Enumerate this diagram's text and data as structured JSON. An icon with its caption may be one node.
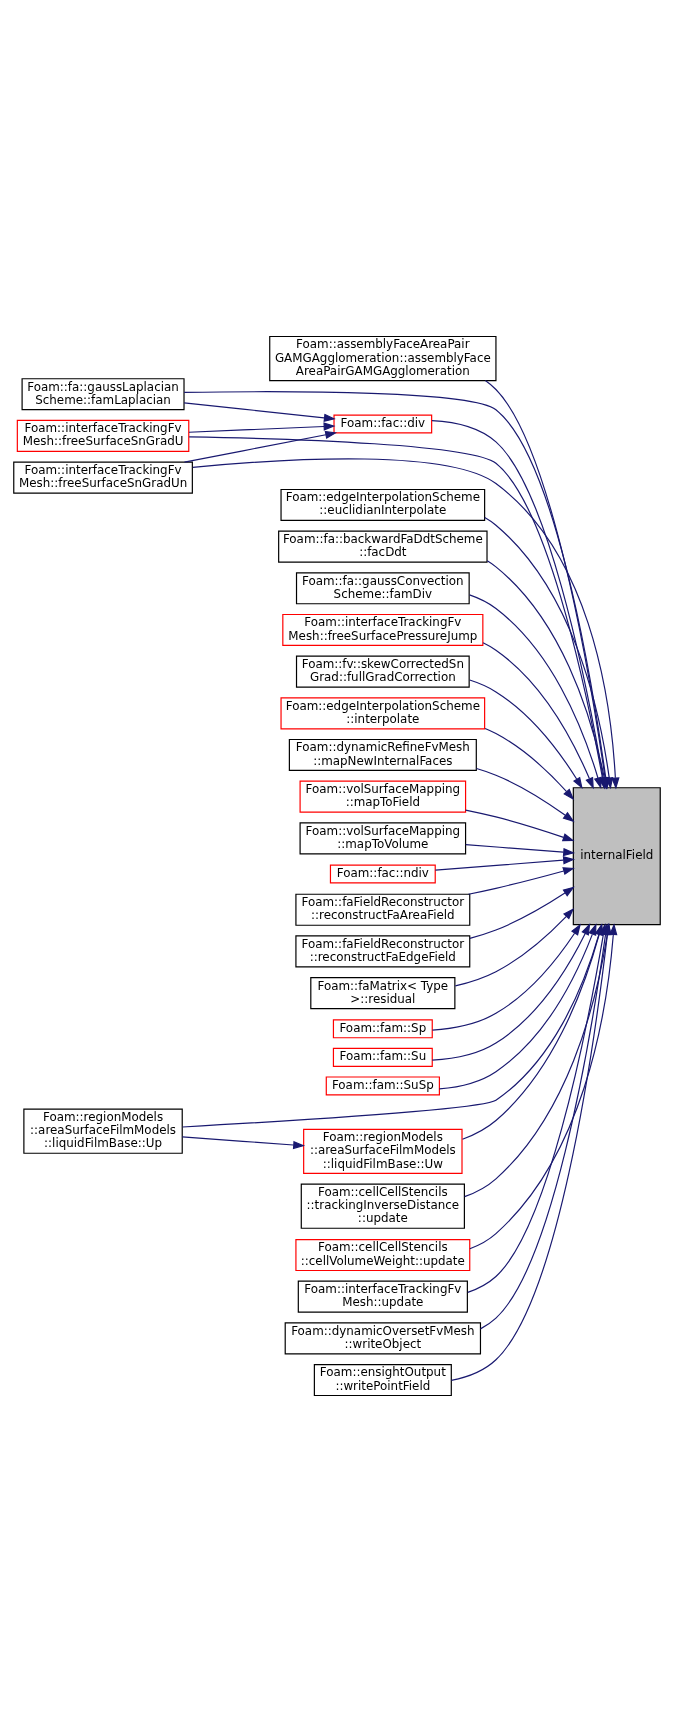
{
  "diagram": {
    "nodes": [
      {
        "text": [
          "internalField"
        ]
      },
      {
        "text": [
          "Foam::assemblyFaceAreaPair GAMGAgglomeration::assemblyFace AreaPairGAMGAgglomeration"
        ]
      },
      {
        "text": [
          "Foam::fa::gaussLaplacian Scheme::famLaplacian"
        ]
      },
      {
        "text": [
          "Foam::fac::div"
        ]
      },
      {
        "text": [
          "Foam::interfaceTrackingFv Mesh::freeSurfaceSnGradU"
        ]
      },
      {
        "text": [
          "Foam::interfaceTrackingFv Mesh::freeSurfaceSnGradUn"
        ]
      },
      {
        "text": [
          "Foam::edgeInterpolationScheme ::euclidianInterpolate"
        ]
      },
      {
        "text": [
          "Foam::fa::backwardFaDdtScheme ::facDdt"
        ]
      },
      {
        "text": [
          "Foam::fa::gaussConvection Scheme::famDiv"
        ]
      },
      {
        "text": [
          "Foam::interfaceTrackingFv Mesh::freeSurfacePressureJump"
        ]
      },
      {
        "text": [
          "Foam::fv::skewCorrectedSn Grad::fullGradCorrection"
        ]
      },
      {
        "text": [
          "Foam::edgeInterpolationScheme ::interpolate"
        ]
      },
      {
        "text": [
          "Foam::dynamicRefineFvMesh ::mapNewInternalFaces"
        ]
      },
      {
        "text": [
          "Foam::volSurfaceMapping ::mapToField"
        ]
      },
      {
        "text": [
          "Foam::volSurfaceMapping ::mapToVolume"
        ]
      },
      {
        "text": [
          "Foam::fac::ndiv"
        ]
      },
      {
        "text": [
          "Foam::faFieldReconstructor ::reconstructFaAreaField"
        ]
      },
      {
        "text": [
          "Foam::faFieldReconstructor ::reconstructFaEdgeField"
        ]
      },
      {
        "text": [
          "Foam::faMatrix< Type >::residual"
        ]
      },
      {
        "text": [
          "Foam::fam::Sp"
        ]
      },
      {
        "text": [
          "Foam::fam::Su"
        ]
      },
      {
        "text": [
          "Foam::fam::SuSp"
        ]
      },
      {
        "text": [
          "Foam::regionModels ::areaSurfaceFilmModels ::liquidFilmBase::Up"
        ]
      },
      {
        "text": [
          "Foam::regionModels ::areaSurfaceFilmModels ::liquidFilmBase::Uw"
        ]
      },
      {
        "text": [
          "Foam::cellCellStencils ::trackingInverseDistance ::update"
        ]
      },
      {
        "text": [
          "Foam::cellCellStencils ::cellVolumeWeight::update"
        ]
      },
      {
        "text": [
          "Foam::interfaceTrackingFv Mesh::update"
        ]
      },
      {
        "text": [
          "Foam::dynamicOversetFvMesh ::writeObject"
        ]
      },
      {
        "text": [
          "Foam::ensightOutput ::writePointField"
        ]
      }
    ],
    "edges": [
      {
        "from": 1,
        "to": 0,
        "arrow": "to"
      },
      {
        "from": 2,
        "to": 0,
        "arrow": "to"
      },
      {
        "from": 2,
        "to": 3,
        "arrow": "to"
      },
      {
        "from": 3,
        "to": 0,
        "arrow": "to"
      },
      {
        "from": 4,
        "to": 0,
        "arrow": "to"
      },
      {
        "from": 4,
        "to": 3,
        "arrow": "to"
      },
      {
        "from": 5,
        "to": 0,
        "arrow": "to"
      },
      {
        "from": 5,
        "to": 3,
        "arrow": "to"
      },
      {
        "from": 6,
        "to": 0,
        "arrow": "to"
      },
      {
        "from": 7,
        "to": 0,
        "arrow": "to"
      },
      {
        "from": 8,
        "to": 0,
        "arrow": "to"
      },
      {
        "from": 9,
        "to": 0,
        "arrow": "to"
      },
      {
        "from": 10,
        "to": 0,
        "arrow": "to"
      },
      {
        "from": 11,
        "to": 0,
        "arrow": "to"
      },
      {
        "from": 12,
        "to": 0,
        "arrow": "to"
      },
      {
        "from": 13,
        "to": 0,
        "arrow": "to"
      },
      {
        "from": 14,
        "to": 0,
        "arrow": "to"
      },
      {
        "from": 15,
        "to": 0,
        "arrow": "to"
      },
      {
        "from": 16,
        "to": 0,
        "arrow": "to"
      },
      {
        "from": 17,
        "to": 0,
        "arrow": "to"
      },
      {
        "from": 18,
        "to": 0,
        "arrow": "to"
      },
      {
        "from": 19,
        "to": 0,
        "arrow": "to"
      },
      {
        "from": 20,
        "to": 0,
        "arrow": "to"
      },
      {
        "from": 21,
        "to": 0,
        "arrow": "to"
      },
      {
        "from": 22,
        "to": 0,
        "arrow": "to"
      },
      {
        "from": 22,
        "to": 23,
        "arrow": "to"
      },
      {
        "from": 23,
        "to": 0,
        "arrow": "to"
      },
      {
        "from": 24,
        "to": 0,
        "arrow": "to"
      },
      {
        "from": 25,
        "to": 0,
        "arrow": "to"
      },
      {
        "from": 26,
        "to": 0,
        "arrow": "to"
      },
      {
        "from": 27,
        "to": 0,
        "arrow": "to"
      },
      {
        "from": 28,
        "to": 0,
        "arrow": "to"
      }
    ]
  }
}
